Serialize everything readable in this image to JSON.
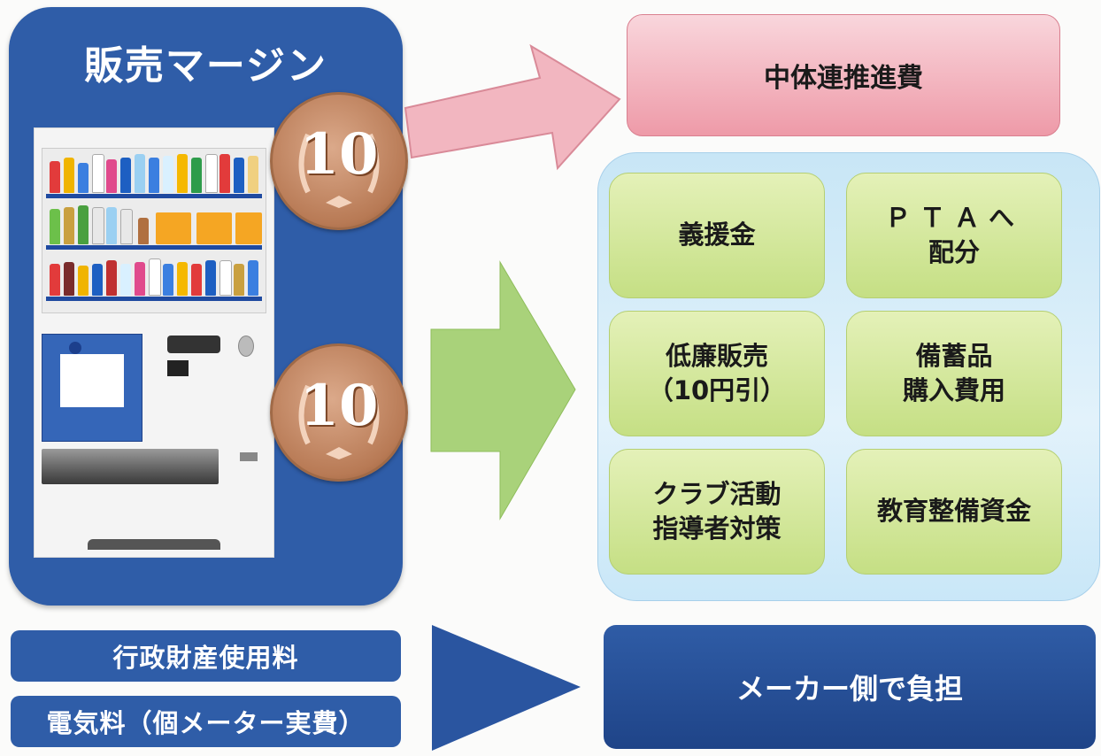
{
  "left_panel": {
    "title": "販売マージン"
  },
  "coin": {
    "value": "10"
  },
  "top_right": {
    "label": "中体連推進費"
  },
  "grid": [
    {
      "lines": [
        "義援金"
      ]
    },
    {
      "lines": [
        "ＰＴＡへ",
        "配分"
      ]
    },
    {
      "lines": [
        "低廉販売",
        "（10円引）"
      ]
    },
    {
      "lines": [
        "備蓄品",
        "購入費用"
      ]
    },
    {
      "lines": [
        "クラブ活動",
        "指導者対策"
      ]
    },
    {
      "lines": [
        "教育整備資金"
      ]
    }
  ],
  "bottom_left": {
    "bar1": "行政財産使用料",
    "bar2": "電気料（個メーター実費）"
  },
  "bottom_right": {
    "label": "メーカー側で負担"
  },
  "colors": {
    "blue_panel": "#2f5da8",
    "pink_box": "#ee9aa8",
    "green_box": "#c5df84",
    "light_panel": "#c8e6f6",
    "coin": "#b87a55",
    "arrow_pink": "#f2b6c0",
    "arrow_green": "#a9d27a",
    "arrow_navy": "#2a55a0"
  }
}
